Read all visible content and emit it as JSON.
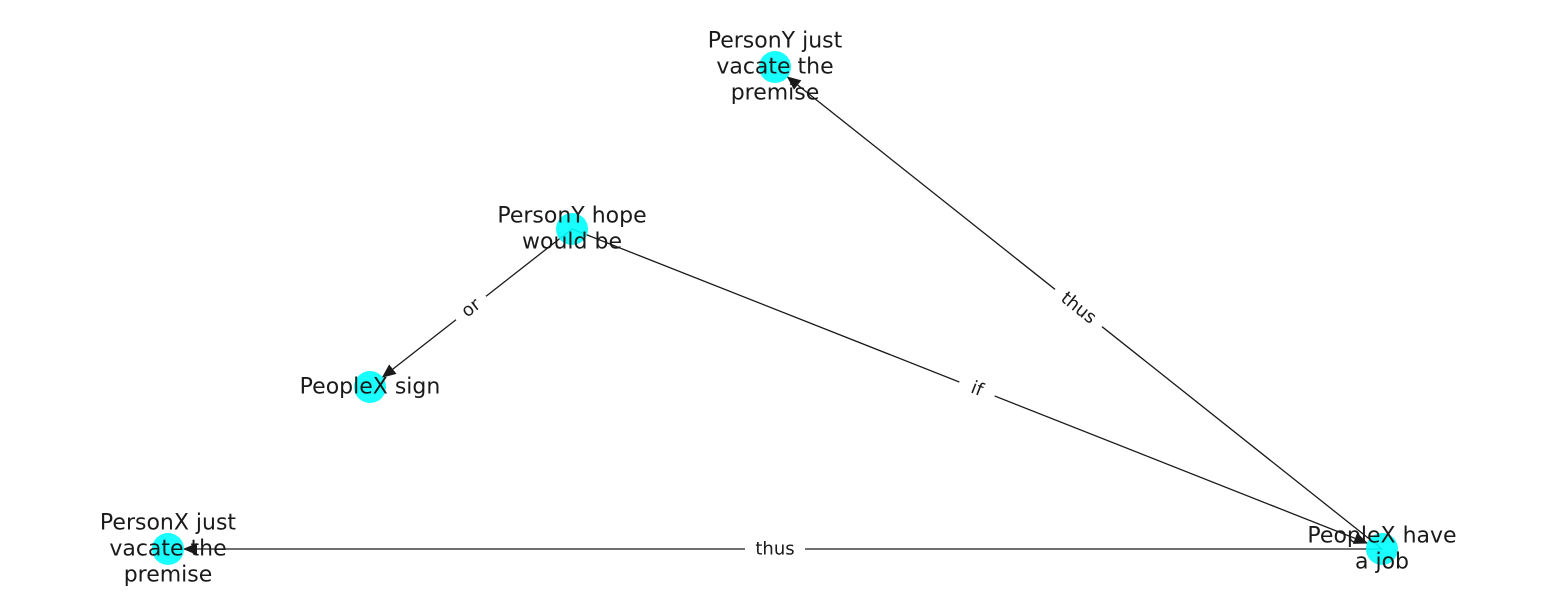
{
  "colors": {
    "node": "#00ffff",
    "edge": "#1a1a1a",
    "text": "#1a1a1a"
  },
  "nodes": [
    {
      "id": "n1",
      "label_lines": [
        "PersonY just",
        "vacate the",
        "premise"
      ]
    },
    {
      "id": "n2",
      "label_lines": [
        "PersonY hope",
        "would be"
      ]
    },
    {
      "id": "n3",
      "label_lines": [
        "PeopleX sign"
      ]
    },
    {
      "id": "n4",
      "label_lines": [
        "PersonX just",
        "vacate the",
        "premise"
      ]
    },
    {
      "id": "n5",
      "label_lines": [
        "PeopleX have",
        "a job"
      ]
    }
  ],
  "edges": [
    {
      "source": "n2",
      "target": "n3",
      "label": "or"
    },
    {
      "source": "n2",
      "target": "n5",
      "label": "if"
    },
    {
      "source": "n5",
      "target": "n1",
      "label": "thus"
    },
    {
      "source": "n5",
      "target": "n4",
      "label": "thus"
    }
  ]
}
